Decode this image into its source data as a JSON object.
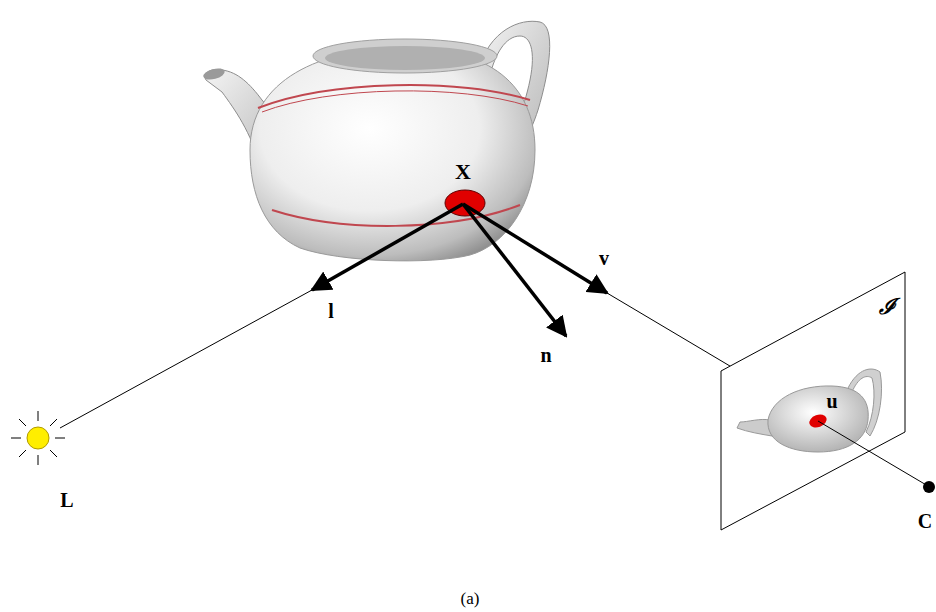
{
  "diagram": {
    "caption": "(a)",
    "labels": [
      "X",
      "v",
      "l",
      "n",
      "ℐ",
      "u",
      "L",
      "C"
    ]
  }
}
